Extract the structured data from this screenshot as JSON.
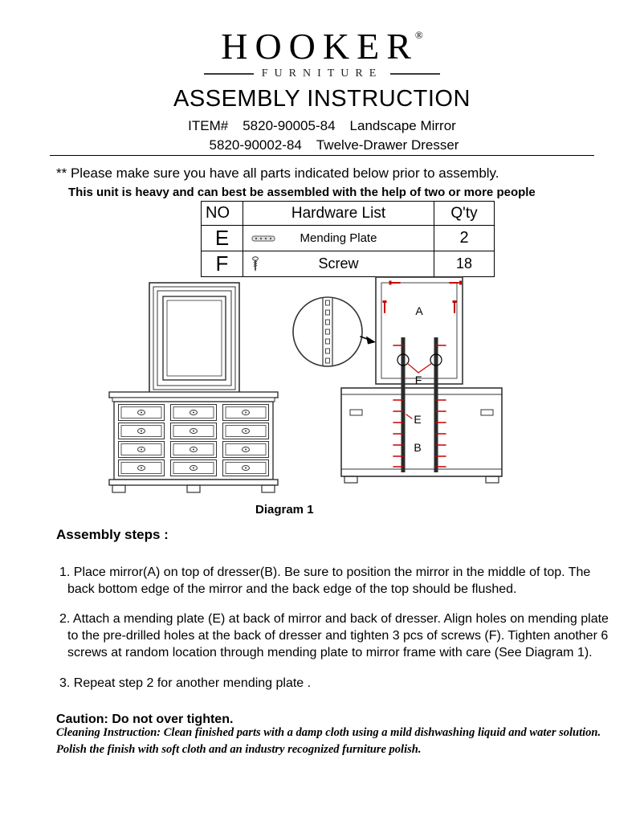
{
  "header": {
    "brand": "HOOKER",
    "registered_mark": "®",
    "brand_sub": "FURNITURE",
    "title": "ASSEMBLY INSTRUCTION",
    "item_label": "ITEM#",
    "items": [
      {
        "code": "5820-90005-84",
        "name": "Landscape Mirror"
      },
      {
        "code": "5820-90002-84",
        "name": "Twelve-Drawer Dresser"
      }
    ]
  },
  "notice": {
    "line1": "** Please make sure you have all parts indicated below prior to assembly.",
    "line2": "This unit is heavy and can best be assembled with the help of two or more people"
  },
  "hardware_table": {
    "col_no": "NO",
    "col_list": "Hardware List",
    "col_qty": "Q'ty",
    "rows": [
      {
        "no": "E",
        "icon": "mending-plate-icon",
        "name": "Mending Plate",
        "qty": "2"
      },
      {
        "no": "F",
        "icon": "screw-icon",
        "name": "Screw",
        "qty": "18"
      }
    ]
  },
  "diagram": {
    "caption": "Diagram 1",
    "labels": {
      "mirror": "A",
      "dresser": "B",
      "mending_plate": "E",
      "screw": "F"
    }
  },
  "steps": {
    "heading": "Assembly steps :",
    "items": [
      "1. Place mirror(A) on top of dresser(B). Be sure to position the mirror in the middle of top. The back bottom edge of the mirror and the back edge of the top should be flushed.",
      "2. Attach a mending plate (E) at back of mirror and back of dresser. Align holes on mending plate to the pre-drilled holes at the back of dresser and tighten 3 pcs of screws (F). Tighten another 6 screws at random location through mending plate to mirror frame with care (See Diagram 1).",
      "3. Repeat step 2 for another mending plate ."
    ],
    "caution": "Caution: Do not over tighten."
  },
  "cleaning": {
    "line1": "Cleaning Instruction: Clean finished parts with a damp cloth using a mild dishwashing liquid and water solution.",
    "line2": "Polish the finish with soft cloth and an industry recognized furniture polish."
  },
  "colors": {
    "screw_red": "#c80000",
    "line_dark": "#333333"
  }
}
